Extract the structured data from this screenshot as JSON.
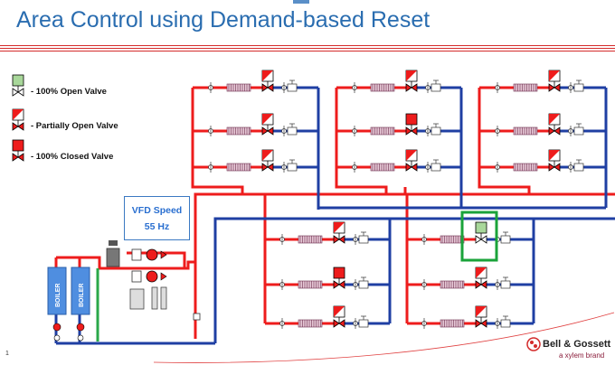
{
  "title": "Area Control using Demand-based Reset",
  "legend": {
    "open": "- 100% Open Valve",
    "partial": "- Partially Open Valve",
    "closed": "- 100% Closed Valve"
  },
  "vfd": {
    "label": "VFD Speed",
    "value": "55 Hz"
  },
  "boilers": [
    "BOILER",
    "BOILER"
  ],
  "page_number": "1",
  "brand": {
    "name": "Bell & Gossett",
    "tagline": "a xylem brand"
  },
  "colors": {
    "supply": "#ee1c1c",
    "return": "#1f3fa3",
    "title": "#2a6db0",
    "open_valve": "#a8d79a",
    "highlight": "#1aa33a",
    "green_pipe": "#2aa84a"
  },
  "zones": [
    {
      "zone": "upper-left",
      "valves": [
        "partial",
        "partial",
        "partial"
      ]
    },
    {
      "zone": "upper-middle",
      "valves": [
        "partial",
        "closed",
        "partial"
      ]
    },
    {
      "zone": "upper-right",
      "valves": [
        "partial",
        "partial",
        "partial"
      ]
    },
    {
      "zone": "lower-left",
      "valves": [
        "partial",
        "closed",
        "partial"
      ]
    },
    {
      "zone": "lower-right",
      "valves": [
        "open",
        "partial",
        "partial"
      ]
    }
  ]
}
